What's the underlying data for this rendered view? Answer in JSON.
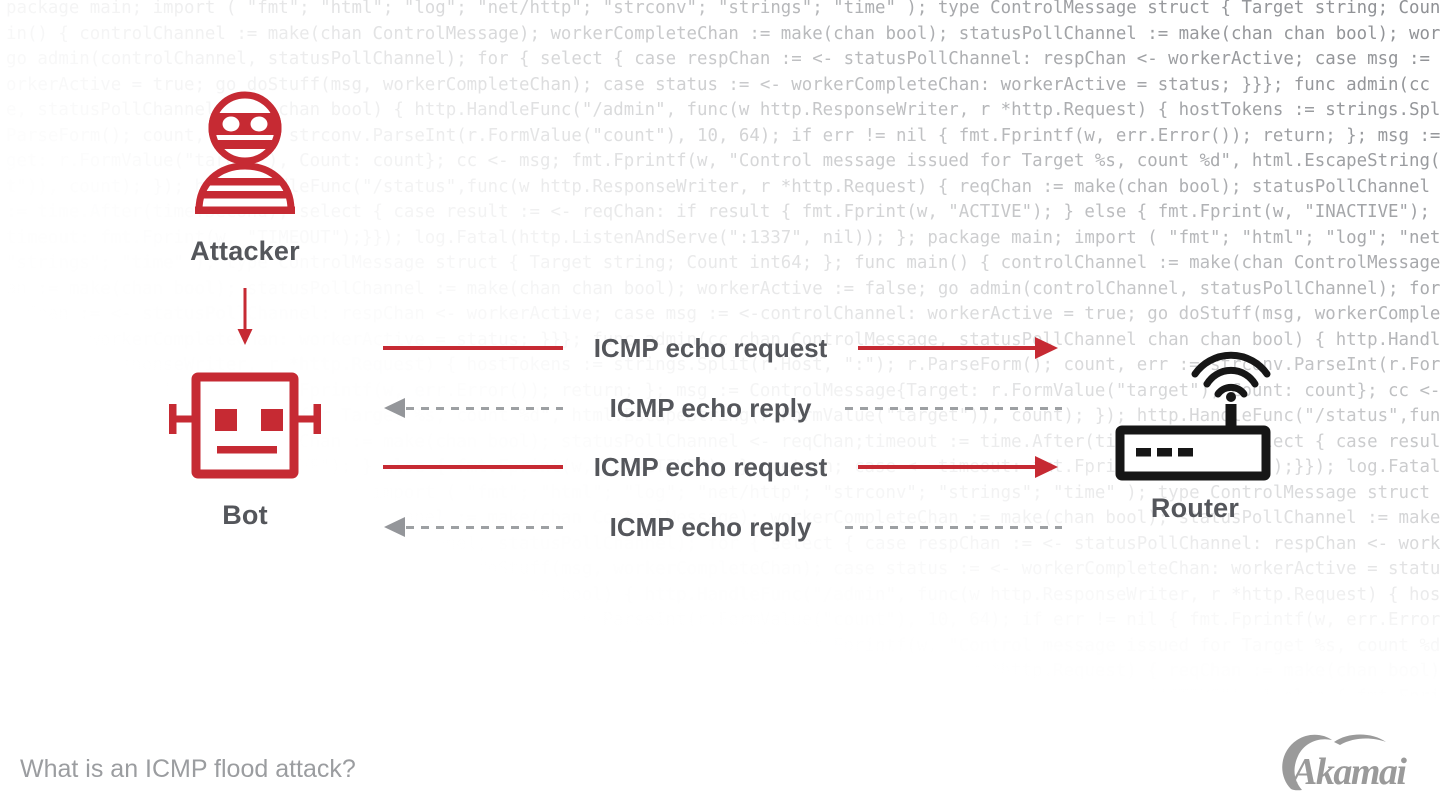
{
  "diagram": {
    "title_hidden": "",
    "nodes": [
      {
        "id": "attacker",
        "label": "Attacker"
      },
      {
        "id": "bot",
        "label": "Bot"
      },
      {
        "id": "router",
        "label": "Router"
      }
    ],
    "flows": [
      {
        "label": "ICMP echo request",
        "direction": "right",
        "style": "solid-red"
      },
      {
        "label": "ICMP echo reply",
        "direction": "left",
        "style": "dashed-gray"
      },
      {
        "label": "ICMP echo request",
        "direction": "right",
        "style": "solid-red"
      },
      {
        "label": "ICMP echo reply",
        "direction": "left",
        "style": "dashed-gray"
      }
    ]
  },
  "footer": {
    "question": "What is an ICMP flood attack?",
    "brand": "Akamai"
  },
  "colors": {
    "red": "#c62a33",
    "arrow_gray": "#9da0a3",
    "arrowhead_gray": "#94969a",
    "label_dark": "#54565b",
    "footer_gray": "#9b9da0",
    "code_gray": "#8e9094",
    "router_black": "#161616",
    "logo_gray": "#9a9a9a"
  },
  "background_code": {
    "language": "go",
    "repeat": 3,
    "snippet": "package main; import ( \"fmt\"; \"html\"; \"log\"; \"net/http\"; \"strconv\"; \"strings\"; \"time\" ); type ControlMessage struct { Target string; Count int64; }; func main() { controlChannel := make(chan ControlMessage); workerCompleteChan := make(chan bool); statusPollChannel := make(chan chan bool); workerActive := false; go admin(controlChannel, statusPollChannel); for { select { case respChan := <- statusPollChannel: respChan <- workerActive; case msg := <-controlChannel: workerActive = true; go doStuff(msg, workerCompleteChan); case status := <- workerCompleteChan: workerActive = status; }}}; func admin(cc chan ControlMessage, statusPollChannel chan chan bool) { http.HandleFunc(\"/admin\", func(w http.ResponseWriter, r *http.Request) { hostTokens := strings.Split(r.Host, \":\"); r.ParseForm(); count, err := strconv.ParseInt(r.FormValue(\"count\"), 10, 64); if err != nil { fmt.Fprintf(w, err.Error()); return; }; msg := ControlMessage{Target: r.FormValue(\"target\"), Count: count}; cc <- msg; fmt.Fprintf(w, \"Control message issued for Target %s, count %d\", html.EscapeString(r.FormValue(\"target\")), count); }); http.HandleFunc(\"/status\",func(w http.ResponseWriter, r *http.Request) { reqChan := make(chan bool); statusPollChannel <- reqChan;timeout := time.After(time.Second); select { case result := <- reqChan: if result { fmt.Fprint(w, \"ACTIVE\"); } else { fmt.Fprint(w, \"INACTIVE\"); }; return; case <- timeout: fmt.Fprint(w, \"TIMEOUT\");}}); log.Fatal(http.ListenAndServe(\":1337\", nil)); }; "
  }
}
